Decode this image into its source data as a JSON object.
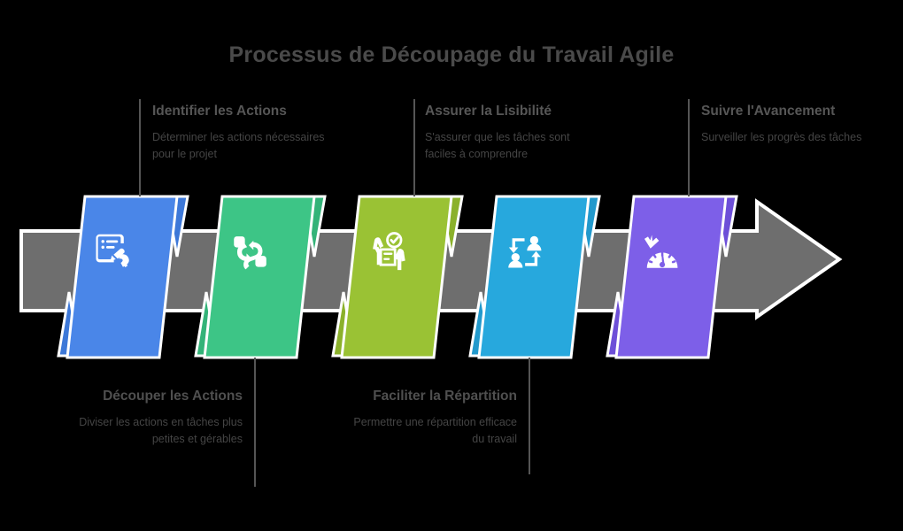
{
  "title": "Processus de Découpage du Travail Agile",
  "background_color": "#000000",
  "arrow": {
    "name": "process-arrow",
    "color": "#6e6e6e",
    "outline_color": "#ffffff",
    "direction": "right"
  },
  "steps": [
    {
      "index": 1,
      "label": "Identifier les Actions",
      "description": "Déterminer les actions nécessaires pour le projet",
      "color": "#4a86e8",
      "fold_color": "#3d78d8",
      "icon": "clipboard-pen-icon",
      "position": "top",
      "align": "left"
    },
    {
      "index": 2,
      "label": "Découper les Actions",
      "description": "Diviser les actions en tâches plus petites et gérables",
      "color": "#3dc586",
      "fold_color": "#33b378",
      "icon": "split-arrows-icon",
      "position": "bottom",
      "align": "right"
    },
    {
      "index": 3,
      "label": "Assurer la Lisibilité",
      "description": "S'assurer que les tâches sont faciles à comprendre",
      "color": "#9ac234",
      "fold_color": "#8bb12b",
      "icon": "document-check-hands-icon",
      "position": "top",
      "align": "left"
    },
    {
      "index": 4,
      "label": "Faciliter la Répartition",
      "description": "Permettre une répartition efficace du travail",
      "color": "#27a8dd",
      "fold_color": "#2299cc",
      "icon": "people-exchange-icon",
      "position": "bottom",
      "align": "right"
    },
    {
      "index": 5,
      "label": "Suivre l'Avancement",
      "description": "Surveiller les progrès des tâches",
      "color": "#7d5fe8",
      "fold_color": "#6d4fd8",
      "icon": "gauge-arrow-icon",
      "position": "top",
      "align": "left"
    }
  ]
}
